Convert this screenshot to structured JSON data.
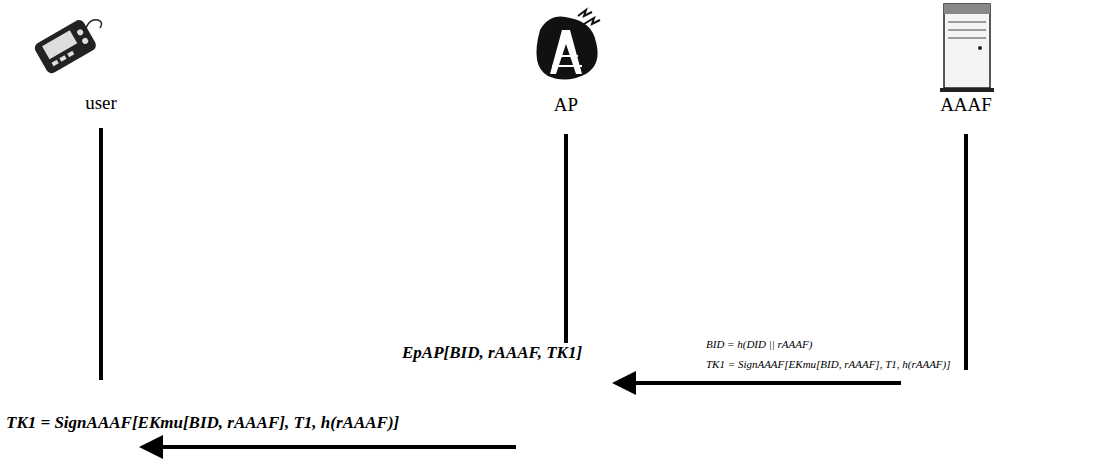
{
  "diagram": {
    "nodes": [
      {
        "text": [
          "user"
        ]
      },
      {
        "text": [
          "AP"
        ]
      },
      {
        "text": [
          "AAAF"
        ]
      }
    ],
    "edges": [
      {
        "from": 2,
        "to": 1,
        "arrow": "to",
        "label": "EpAP[BID, rAAAF, TK1]"
      },
      {
        "from": 1,
        "to": 0,
        "arrow": "to",
        "label": "TK1 = SignAAAF[EKmu[BID, rAAAF], T1, h(rAAAF)]"
      }
    ],
    "labels": [
      "BID = h(DID || rAAAF)",
      "TK1 = SignAAAF[EKmu[BID, rAAAF], T1, h(rAAAF)]"
    ]
  }
}
